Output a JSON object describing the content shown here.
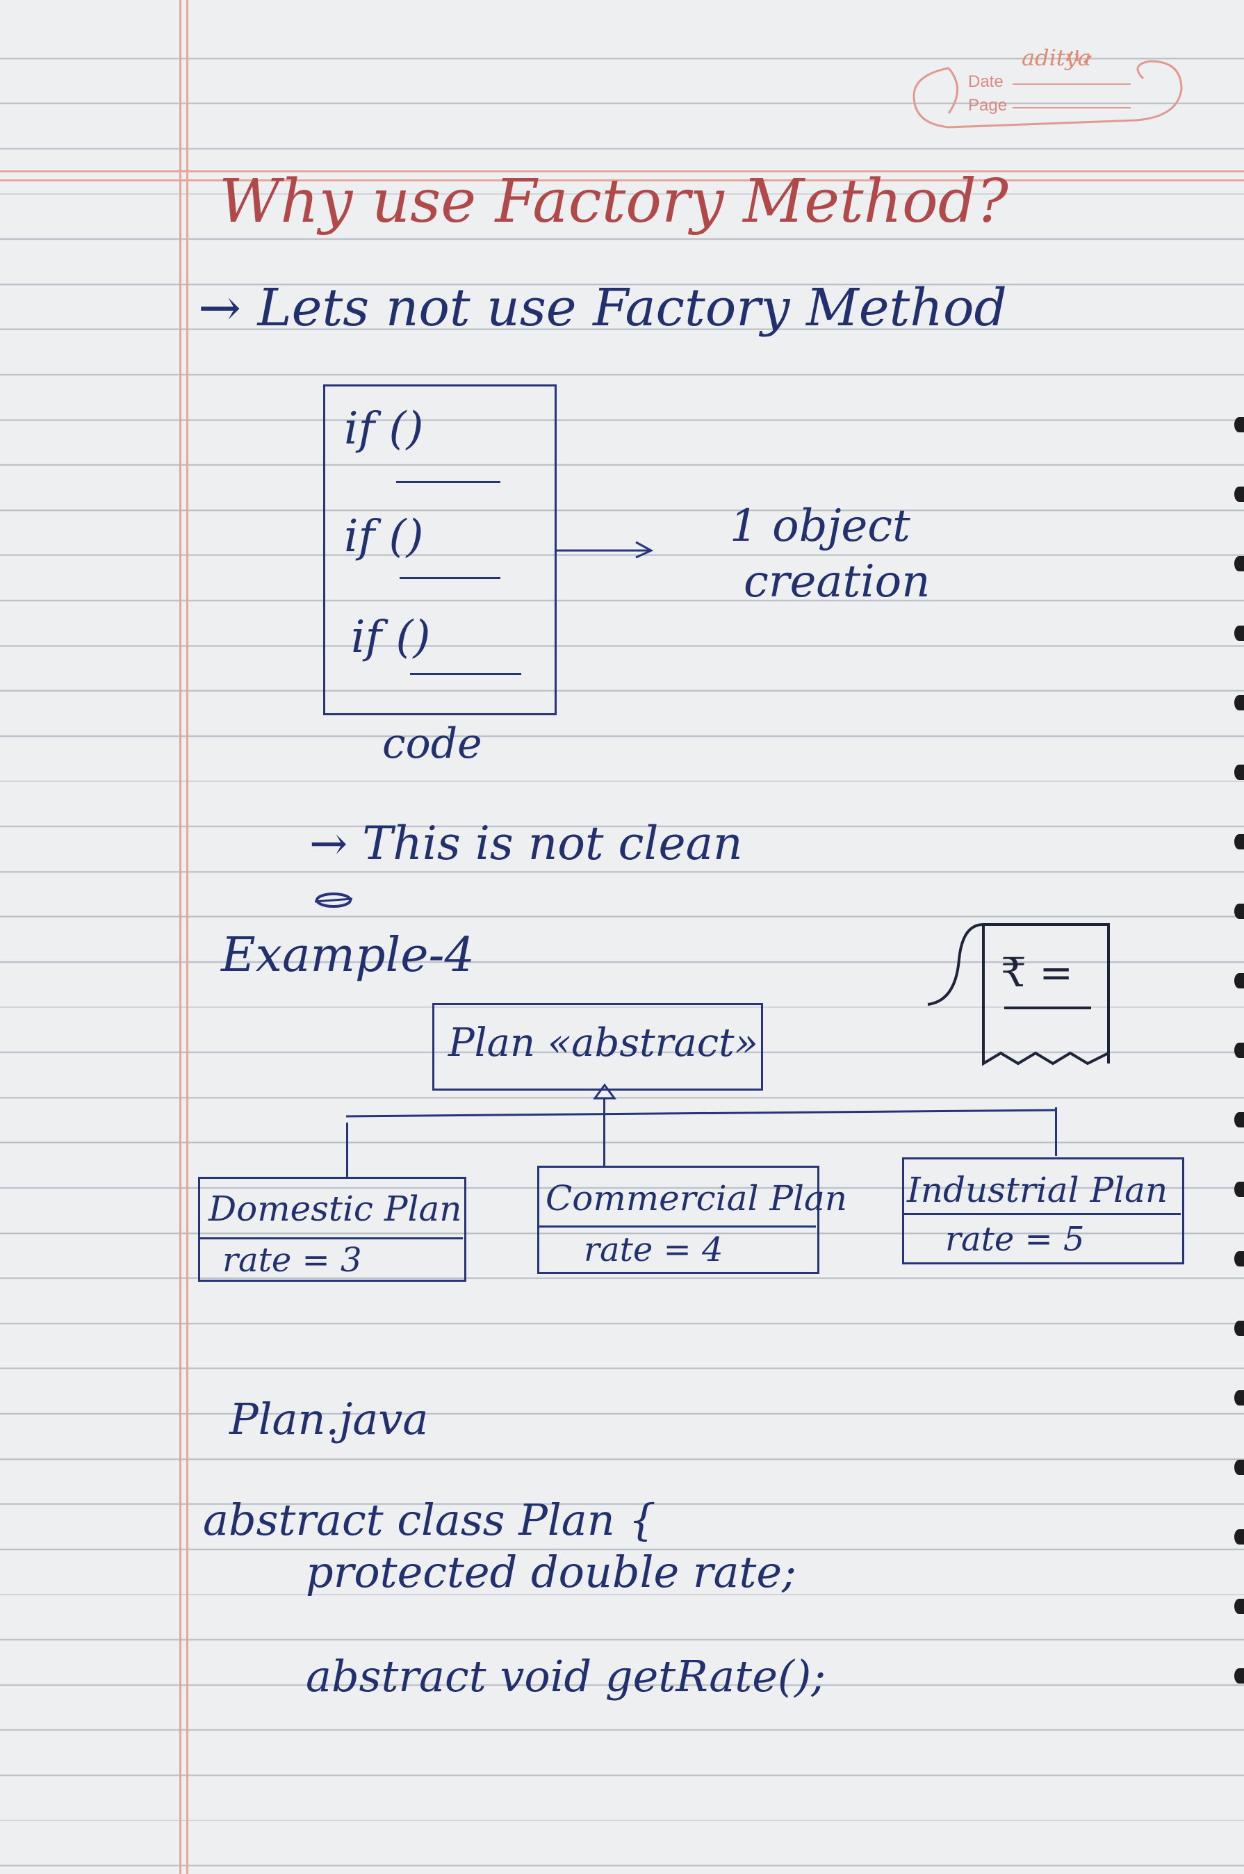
{
  "header": {
    "brand": "aditya",
    "date_label": "Date",
    "page_label": "Page"
  },
  "title": "Why use Factory Method?",
  "intro": {
    "arrow_line": "→ Lets not use Factory Method",
    "code_lines": [
      "if ()",
      "if ()",
      "if ()"
    ],
    "code_caption": "code",
    "result_line1": "1 object",
    "result_line2": "creation",
    "note": "→ This is not clean"
  },
  "example": {
    "heading": "Example-4",
    "bill_text": "₹ =",
    "parent": "Plan «abstract»",
    "children": [
      {
        "name": "Domestic Plan",
        "field": "rate = 3"
      },
      {
        "name": "Commercial Plan",
        "field": "rate = 4"
      },
      {
        "name": "Industrial Plan",
        "field": "rate = 5"
      }
    ]
  },
  "code_file": {
    "filename": "Plan.java",
    "lines": [
      "abstract class Plan {",
      "protected double rate;",
      "abstract void getRate();"
    ]
  },
  "colors": {
    "ink": "#23306e",
    "title_ink": "#b04a4a",
    "margin": "#e6a69a"
  }
}
